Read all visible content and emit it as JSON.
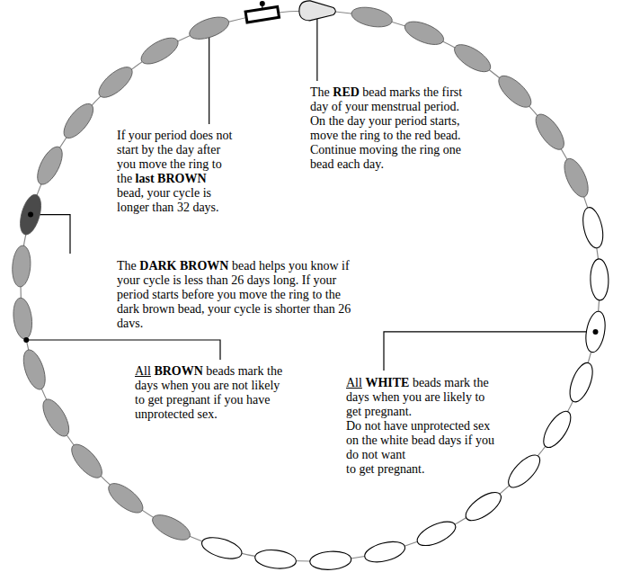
{
  "diagram": {
    "labels": [
      "The RED bead marks the first day of your menstrual period. On the day your period starts, move the ring to the red bead. Continue moving the ring one bead each day.",
      "If your period does not start by the day after you move the ring to the last BROWN bead, your cycle is longer than 32 days.",
      "The DARK BROWN bead helps you know if your cycle is less than 26 days long. If your period starts before you move the ring to the dark brown bead, your cycle is shorter than 26 davs.",
      "All BROWN beads mark the days when you are not likely to get pregnant if you have unprotected sex.",
      "All WHITE beads mark the days when you are likely to get pregnant. Do not have unprotected sex on the white bead days if you do not want to get pregnant."
    ]
  }
}
